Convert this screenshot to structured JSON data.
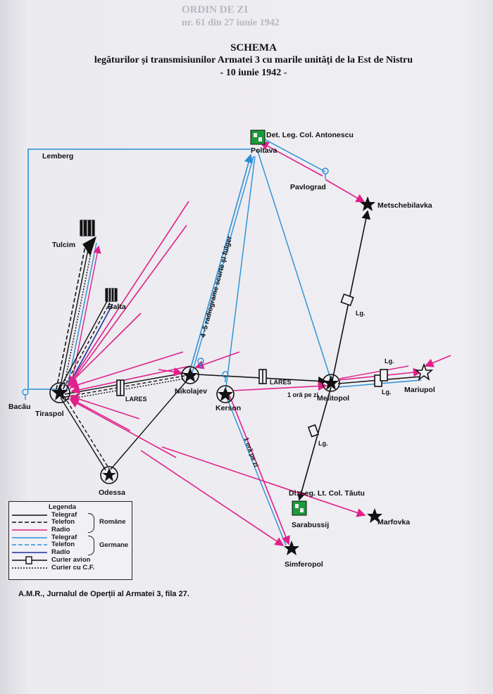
{
  "title": {
    "line1": "SCHEMA",
    "line2": "legăturilor și transmisiunilor Armatei 3 cu marile unități de la Est de Nistru",
    "line3": "- 10 iunie 1942 -"
  },
  "background_text": {
    "header1": "ORDIN DE ZI",
    "header2": "nr. 61 din 27 iunie 1942"
  },
  "nodes": {
    "lemberg": "Lemberg",
    "tulcin": "Tulcim",
    "balta": "Balta",
    "bacau": "Bacău",
    "tiraspol": "Tiraspol",
    "odessa": "Odessa",
    "nikolajev": "Nikolajev",
    "kerson": "Kerson",
    "melitopol": "Melitopol",
    "mariupol": "Mariupol",
    "poltava": "Poltava",
    "det_leg": "Det. Leg. Col. Antonescu",
    "pavlograd": "Pavlograd",
    "metschebilavka": "Metschebilavka",
    "sarabussij": "Sarabussij",
    "dl_leg": "Dl. Leg. Lt. Col. Tăutu",
    "marfovka": "Marfovka",
    "simferopol": "Simferopol"
  },
  "edge_labels": {
    "radiograme": "4 -5 radiograme scurte şi fulger",
    "lares1": "LARES",
    "lares2": "LARES",
    "ora1": "1 oră pe zi",
    "ora2": "1 oră pe zi",
    "lg1": "Lg.",
    "lg2": "Lg.",
    "lg3": "Lg.",
    "lg4": "Lg."
  },
  "legend": {
    "title": "Legenda",
    "telegraf_ro": "Telegraf",
    "telefon_ro": "Telefon",
    "radio_ro": "Radio",
    "group_ro": "Române",
    "telegraf_de": "Telegraf",
    "telefon_de": "Telefon",
    "radio_de": "Radio",
    "group_de": "Germane",
    "curier_avion": "Curier avion",
    "curier_cf": "Curier cu C.F."
  },
  "source": "A.M.R., Jurnalul de Operții al Armatei 3, fila 27.",
  "colors": {
    "radio_ro": "#e0218a",
    "telegraf_de": "#2a8fd6",
    "radio_de": "#1f2f9e",
    "line": "#111111",
    "green_hq": "#1b9a3a"
  }
}
